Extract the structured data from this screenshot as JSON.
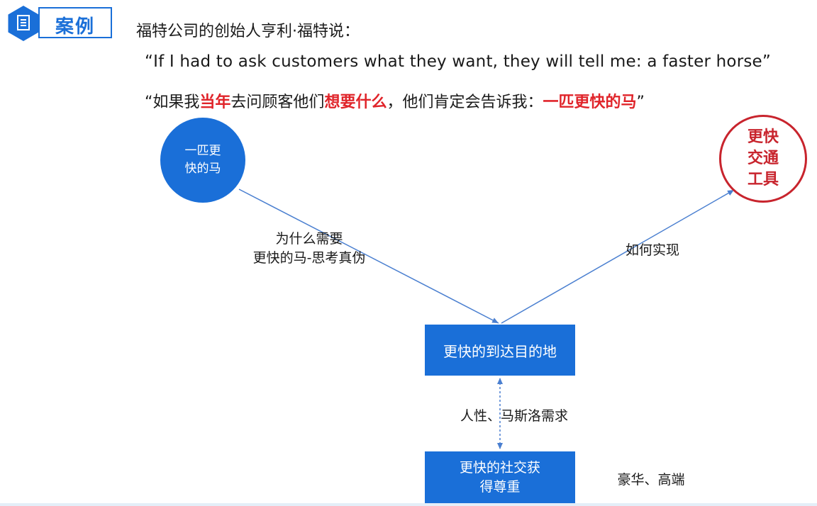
{
  "header": {
    "badge_label": "案例",
    "icon": "document-icon"
  },
  "intro": {
    "text": "福特公司的创始人亨利·福特说："
  },
  "quote_en": {
    "text": "“If I had to ask customers what they want, they will tell me: a faster horse”"
  },
  "quote_cn": {
    "p1": "“如果我",
    "h1": "当年",
    "p2": "去问顾客他们",
    "h2": "想要什么",
    "p3": "，他们肯定会告诉我：",
    "h3": "一匹更快的马",
    "p4": "”"
  },
  "diagram": {
    "circle_left": "一匹更快的马",
    "circle_right": "更快交通工具",
    "box_mid": "更快的到达目的地",
    "box_bottom": "更快的社交获得尊重",
    "label_why_1": "为什么需要",
    "label_why_2": "更快的马-思考真伪",
    "label_how": "如何实现",
    "label_human": "人性、马斯洛需求",
    "label_luxury": "豪华、高端"
  },
  "colors": {
    "accent_blue": "#1a6fd8",
    "highlight_red": "#e0242a",
    "circle_red": "#c8242d",
    "arrow": "#4a7fd0"
  }
}
